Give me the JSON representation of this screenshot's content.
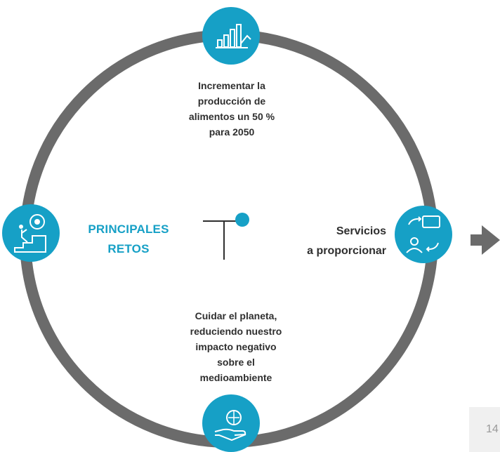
{
  "diagram": {
    "top_text": "Incrementar la\nproducción de\nalimentos un 50 %\npara 2050",
    "center_left_text": "PRINCIPALES\nRETOS",
    "right_text": "Servicios\na proporcionar",
    "bottom_text": "Cuidar el planeta,\nreduciendo nuestro\nimpacto negativo\nsobre el\nmedioambiente",
    "icons": {
      "top": "bar-chart-growth-icon",
      "left": "gear-climber-icon",
      "right": "service-users-icon",
      "bottom": "hand-globe-icon",
      "center": "t-logo-icon",
      "next": "right-arrow-icon"
    },
    "colors": {
      "accent": "#16a0c6",
      "ring": "#6b6b6b",
      "text": "#2f2f2f",
      "page_bg": "#f0f0f0"
    }
  },
  "page_number": "14"
}
